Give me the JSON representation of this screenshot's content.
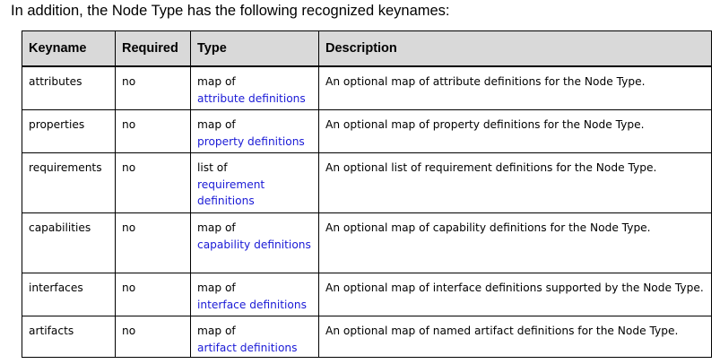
{
  "intro_text": "In addition, the Node Type has the following recognized keynames:",
  "table": {
    "headers": [
      "Keyname",
      "Required",
      "Type",
      "Description"
    ],
    "rows": [
      {
        "keyname": "attributes",
        "required": "no",
        "type_prefix": "map of",
        "type_link": "attribute definitions",
        "description": "An optional map of attribute definitions for the Node Type."
      },
      {
        "keyname": "properties",
        "required": "no",
        "type_prefix": "map of",
        "type_link": "property definitions",
        "description": "An optional map of property definitions for the Node Type."
      },
      {
        "keyname": "requirements",
        "required": "no",
        "type_prefix": "list of",
        "type_link": "requirement definitions",
        "description": "An optional list of requirement definitions for the Node Type."
      },
      {
        "keyname": "capabilities",
        "required": "no",
        "type_prefix": "map of",
        "type_link": "capability definitions",
        "description": "An optional map of capability definitions for the Node Type."
      },
      {
        "keyname": "interfaces",
        "required": "no",
        "type_prefix": "map of",
        "type_link": "interface definitions",
        "description": "An optional map of interface definitions supported by the Node Type."
      },
      {
        "keyname": "artifacts",
        "required": "no",
        "type_prefix": "map of",
        "type_link": "artifact definitions",
        "description": "An optional map of named artifact definitions for the Node Type."
      }
    ]
  },
  "colors": {
    "header_bg": "#d9d9d9",
    "link": "#1a1ad6",
    "border": "#000000"
  }
}
